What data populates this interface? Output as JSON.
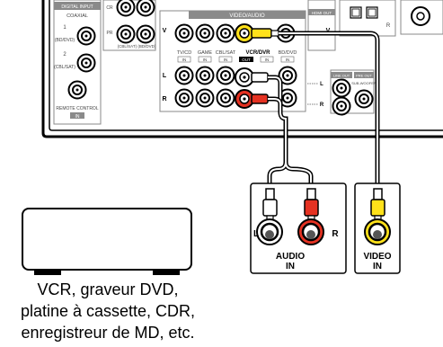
{
  "receiver": {
    "header_video_audio": "VIDEO/AUDIO",
    "header_top_left": "DIGITAL INPUT",
    "header_top_right": "HDMI OUT",
    "coaxial": "COAXIAL",
    "jack_1": "1",
    "jack_1_sub": "(BD/DVD)",
    "jack_2": "2",
    "jack_2_sub": "(CBL/SAT)",
    "remote_control": "REMOTE CONTROL",
    "remote_sub": "IN",
    "cr": "CR",
    "pr": "PR",
    "cbl_sat_bd_dvd": "(CBL/SAT) (BD/DVD)",
    "v": "V",
    "tv_cd": "TV/CD",
    "game": "GAME",
    "cbl_sat": "CBL/SAT",
    "vcr_dvr": "VCR/DVR",
    "bd_dvd": "BD/DVD",
    "in": "IN",
    "out": "OUT",
    "l": "L",
    "r": "R",
    "line_out": "LINE OUT",
    "zone2": "ZONE 2",
    "pre_out": "PRE OUT",
    "subwoofer": "SUB-WOOFER"
  },
  "connectors": {
    "audio_l": "L",
    "audio_r": "R",
    "audio_label_line1": "AUDIO",
    "audio_label_line2": "IN",
    "video_label_line1": "VIDEO",
    "video_label_line2": "IN"
  },
  "device": {
    "caption_line1": "VCR, graveur DVD,",
    "caption_line2": "platine à cassette, CDR,",
    "caption_line3": "enregistreur de MD, etc."
  },
  "colors": {
    "audio_left": "#ffffff",
    "audio_right": "#e53222",
    "video": "#ffe11a",
    "panel_gray": "#8a8a8a"
  }
}
